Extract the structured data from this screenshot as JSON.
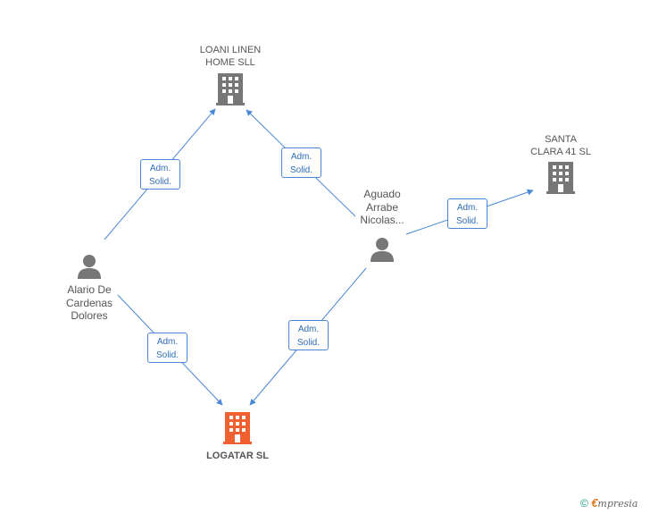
{
  "nodes": {
    "loani": {
      "label": "LOANI LINEN\nHOME SLL"
    },
    "santa": {
      "label": "SANTA\nCLARA 41 SL"
    },
    "logatar": {
      "label": "LOGATAR SL"
    },
    "alario": {
      "label": "Alario De\nCardenas\nDolores"
    },
    "aguado": {
      "label": "Aguado\nArrabe\nNicolas..."
    }
  },
  "relations": {
    "r1": "Adm.\nSolid.",
    "r2": "Adm.\nSolid.",
    "r3": "Adm.\nSolid.",
    "r4": "Adm.\nSolid.",
    "r5": "Adm.\nSolid."
  },
  "colors": {
    "edge": "#4a87d4",
    "company": "#777777",
    "main_company": "#f06030",
    "person": "#777777"
  },
  "footer": {
    "copyright": "©",
    "brand_initial": "€",
    "brand_rest": "mpresia"
  }
}
